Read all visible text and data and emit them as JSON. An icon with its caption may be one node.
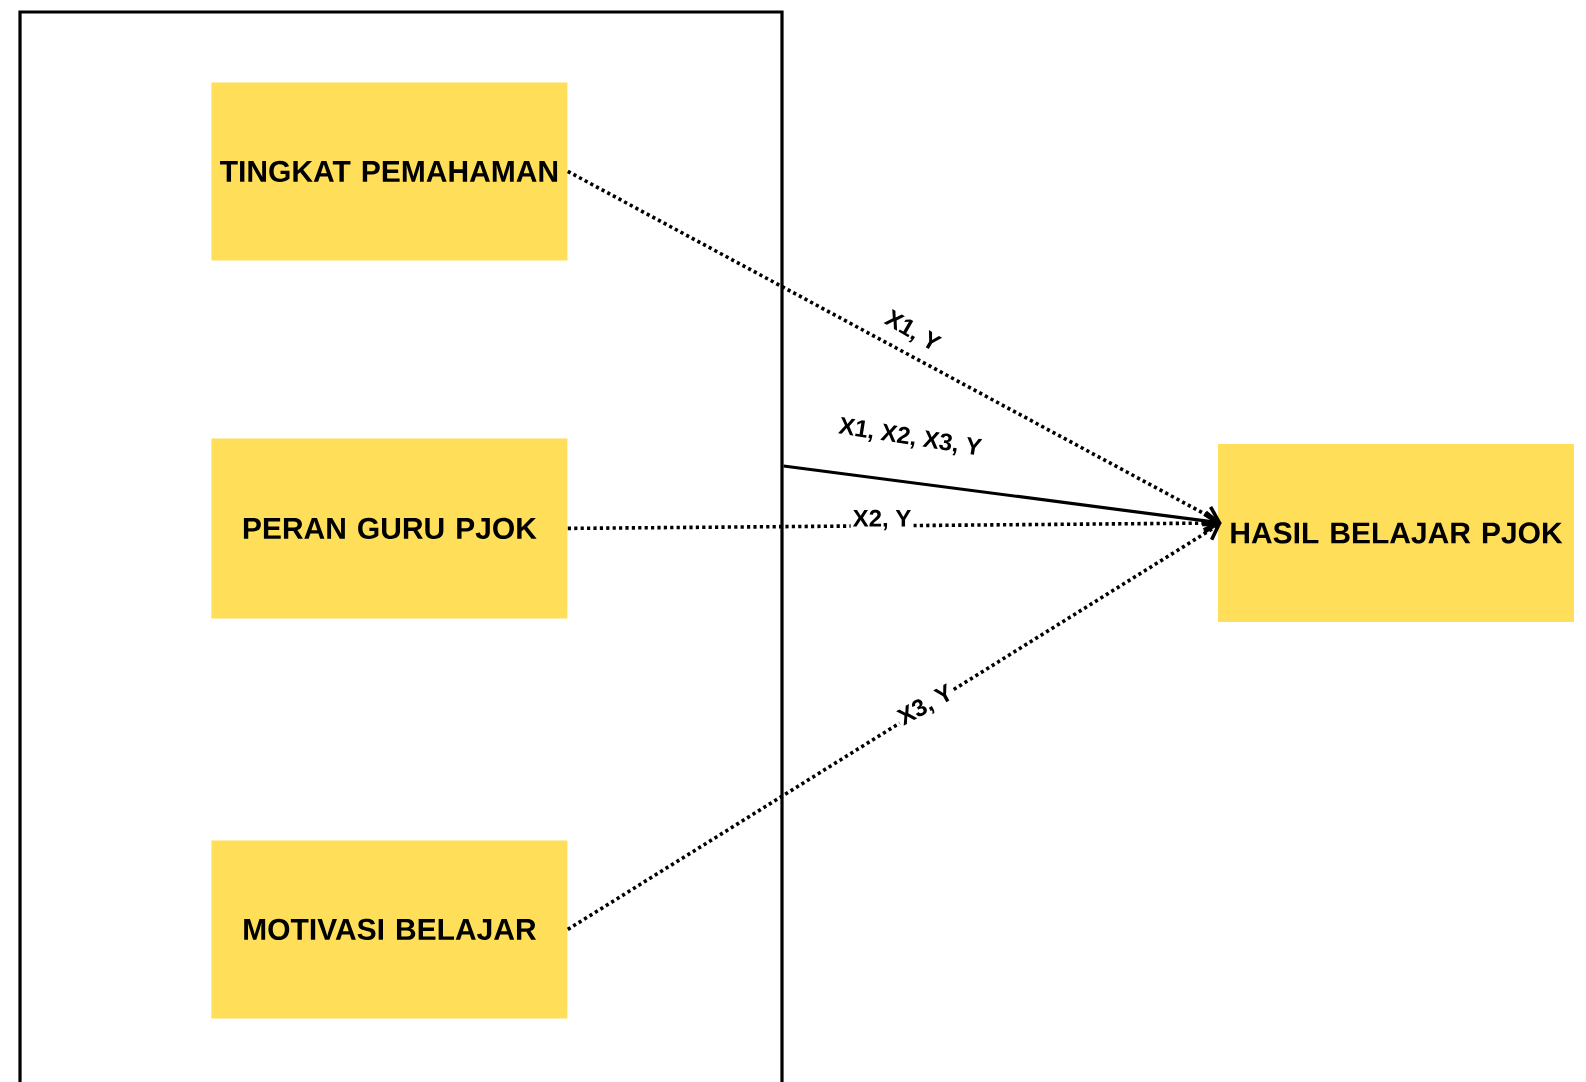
{
  "diagram": {
    "nodes": [
      {
        "text": [],
        "shape": "box"
      },
      {
        "text": [
          "TINGKAT PEMAHAMAN"
        ],
        "in": 0
      },
      {
        "text": [
          "PERAN GURU PJOK"
        ],
        "in": 0
      },
      {
        "text": [
          "MOTIVASI BELAJAR"
        ],
        "in": 0
      },
      {
        "text": [
          "HASIL BELAJAR PJOK"
        ]
      }
    ],
    "edges": [
      {
        "from": 1,
        "to": 4,
        "arrow": "to",
        "style": "dashed",
        "label": "X1, Y"
      },
      {
        "from": 0,
        "to": 4,
        "arrow": "to",
        "label": "X1, X2, X3, Y"
      },
      {
        "from": 2,
        "to": 4,
        "arrow": "to",
        "style": "dashed",
        "label": "X2, Y"
      },
      {
        "from": 3,
        "to": 4,
        "arrow": "to",
        "style": "dashed",
        "label": "X3, Y"
      }
    ]
  }
}
